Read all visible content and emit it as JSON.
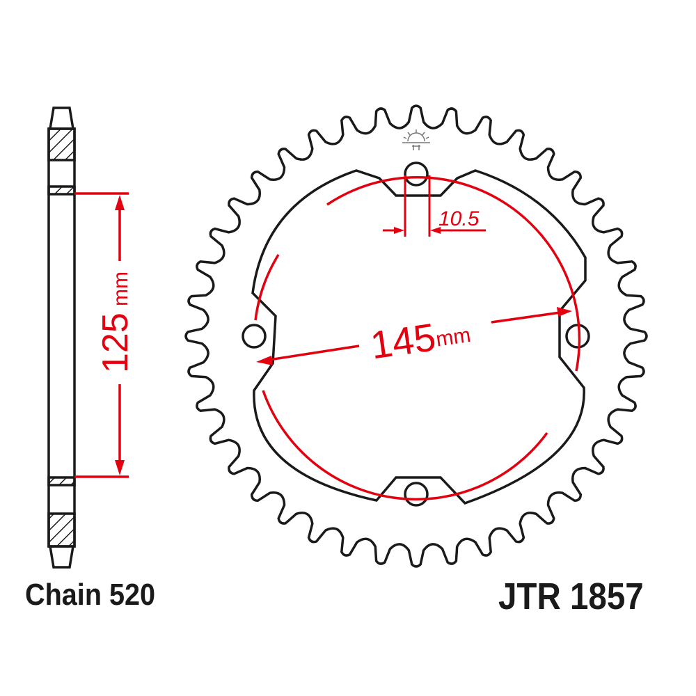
{
  "labels": {
    "chain": "Chain 520",
    "part_number": "JTR 1857"
  },
  "dimensions": {
    "side_height_value": "125",
    "side_height_unit": "mm",
    "bolt_circle_value": "145",
    "bolt_circle_unit": "mm",
    "bolt_hole_diameter": "10.5"
  },
  "colors": {
    "outline": "#1a1a1a",
    "dimension": "#e3000f"
  }
}
